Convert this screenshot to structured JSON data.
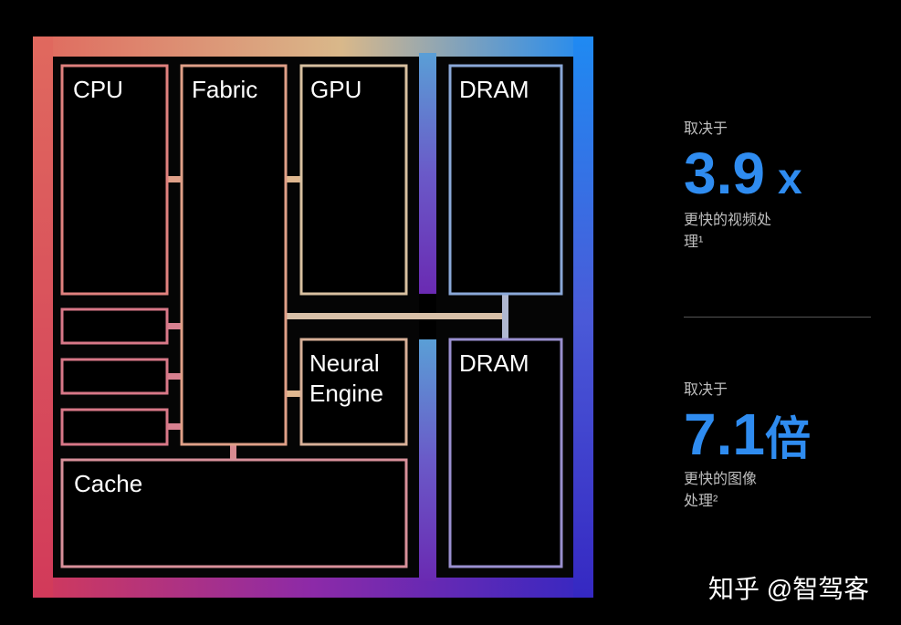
{
  "diagram": {
    "blocks": {
      "cpu": "CPU",
      "fabric": "Fabric",
      "gpu": "GPU",
      "dram_top": "DRAM",
      "neural_engine_line1": "Neural",
      "neural_engine_line2": "Engine",
      "dram_bottom": "DRAM",
      "cache": "Cache"
    }
  },
  "stats": [
    {
      "prefix": "取决于",
      "number": "3.9",
      "unit": "x",
      "desc_line1": "更快的视频处",
      "desc_line2": "理¹"
    },
    {
      "prefix": "取决于",
      "number": "7.1",
      "unit": "倍",
      "desc_line1": "更快的图像",
      "desc_line2": "处理²"
    }
  ],
  "watermark": "知乎 @智驾客",
  "colors": {
    "accent": "#2f8cf0",
    "background": "#000000"
  }
}
